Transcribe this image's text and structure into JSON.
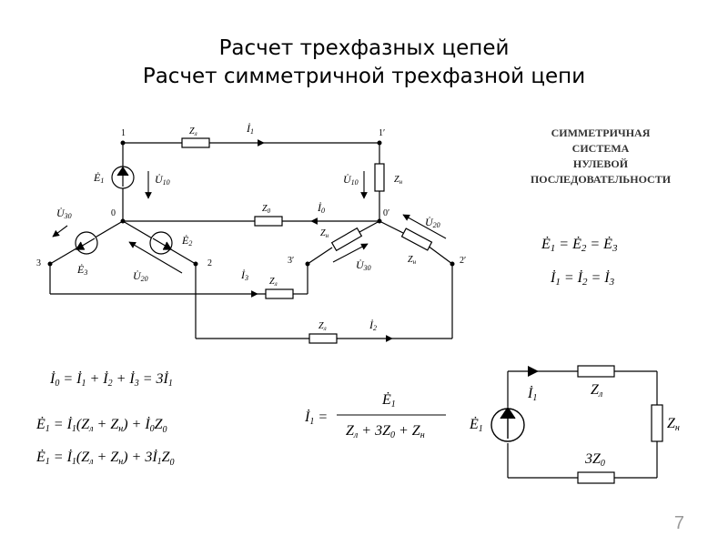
{
  "title": {
    "line1": "Расчет трехфазных цепей",
    "line2": "Расчет симметричной трехфазной цепи"
  },
  "symmetric_system": {
    "lines": [
      "СИММЕТРИЧНАЯ",
      "СИСТЕМА",
      "НУЛЕВОЙ",
      "ПОСЛЕДОВАТЕЛЬНОСТИ"
    ]
  },
  "circuit": {
    "nodes": {
      "n1": "1",
      "n1p": "1′",
      "n0": "0",
      "n0p": "0′",
      "n2": "2",
      "n2p": "2′",
      "n3": "3",
      "n3p": "3′"
    },
    "labels": {
      "zl": "Z",
      "zl_sub": "л",
      "zn": "Z",
      "zn_sub": "н",
      "z0": "Z",
      "z0_sub": "0",
      "i1": "İ",
      "i1_sub": "1",
      "i2": "İ",
      "i2_sub": "2",
      "i3": "İ",
      "i3_sub": "3",
      "i0": "İ",
      "i0_sub": "0",
      "e1": "Ė",
      "e1_sub": "1",
      "e2": "Ė",
      "e2_sub": "2",
      "e3": "Ė",
      "e3_sub": "3",
      "u10": "U̇",
      "u10_sub": "10",
      "u20": "U̇",
      "u20_sub": "20",
      "u30": "U̇",
      "u30_sub": "30"
    }
  },
  "equations": {
    "eq_e": {
      "lhs": "Ė",
      "s1": "1",
      "eq": " = Ė",
      "s2": "2",
      "eq2": " = Ė",
      "s3": "3"
    },
    "eq_i": {
      "lhs": "İ",
      "s1": "1",
      "eq": " = İ",
      "s2": "2",
      "eq2": " = İ",
      "s3": "3"
    },
    "eq_i0": {
      "a": "İ",
      "a_s": "0",
      "b": " = İ",
      "b_s": "1",
      "c": " + İ",
      "c_s": "2",
      "d": " + İ",
      "d_s": "3",
      "e": " = 3İ",
      "e_s": "1"
    },
    "eq_e1a": {
      "a": "Ė",
      "a_s": "1",
      "b": " = İ",
      "b_s": "1",
      "c": "(Z",
      "c_s": "л",
      "d": " + Z",
      "d_s": "н",
      "e": ") + İ",
      "e_s": "0",
      "f": "Z",
      "f_s": "0"
    },
    "eq_e1b": {
      "a": "Ė",
      "a_s": "1",
      "b": " = İ",
      "b_s": "1",
      "c": "(Z",
      "c_s": "л",
      "d": " + Z",
      "d_s": "н",
      "e": ") + 3İ",
      "e_s": "1",
      "f": "Z",
      "f_s": "0"
    },
    "frac": {
      "lhs": "İ",
      "lhs_s": "1",
      "eq": "=",
      "num": "Ė",
      "num_s": "1",
      "den_a": "Z",
      "den_a_s": "л",
      "den_b": " + 3Z",
      "den_b_s": "0",
      "den_c": " + Z",
      "den_c_s": "н"
    }
  },
  "equiv_circuit": {
    "zl": "Z",
    "zl_sub": "л",
    "zn": "Z",
    "zn_sub": "н",
    "z0": "3Z",
    "z0_sub": "0",
    "i1": "İ",
    "i1_sub": "1",
    "e1": "Ė",
    "e1_sub": "1"
  },
  "page_number": "7"
}
